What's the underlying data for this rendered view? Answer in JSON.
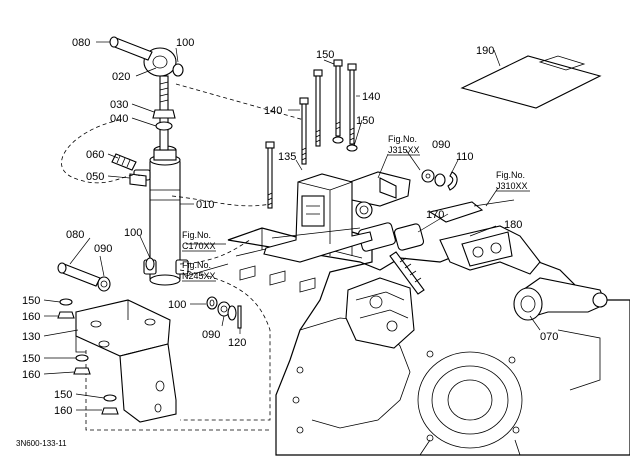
{
  "diagram": {
    "callouts": [
      {
        "id": "080a",
        "text": "080"
      },
      {
        "id": "100a",
        "text": "100"
      },
      {
        "id": "020",
        "text": "020"
      },
      {
        "id": "030",
        "text": "030"
      },
      {
        "id": "040",
        "text": "040"
      },
      {
        "id": "060",
        "text": "060"
      },
      {
        "id": "050",
        "text": "050"
      },
      {
        "id": "010",
        "text": "010"
      },
      {
        "id": "100b",
        "text": "100"
      },
      {
        "id": "080b",
        "text": "080"
      },
      {
        "id": "090a",
        "text": "090"
      },
      {
        "id": "150a",
        "text": "150"
      },
      {
        "id": "160a",
        "text": "160"
      },
      {
        "id": "130",
        "text": "130"
      },
      {
        "id": "150b",
        "text": "150"
      },
      {
        "id": "160b",
        "text": "160"
      },
      {
        "id": "150c",
        "text": "150"
      },
      {
        "id": "160c",
        "text": "160"
      },
      {
        "id": "100c",
        "text": "100"
      },
      {
        "id": "090b",
        "text": "090"
      },
      {
        "id": "120",
        "text": "120"
      },
      {
        "id": "140a",
        "text": "140"
      },
      {
        "id": "150d",
        "text": "150"
      },
      {
        "id": "140b",
        "text": "140"
      },
      {
        "id": "135",
        "text": "135"
      },
      {
        "id": "150e",
        "text": "150"
      },
      {
        "id": "090c",
        "text": "090"
      },
      {
        "id": "110",
        "text": "110"
      },
      {
        "id": "190",
        "text": "190"
      },
      {
        "id": "170",
        "text": "170"
      },
      {
        "id": "180",
        "text": "180"
      },
      {
        "id": "070",
        "text": "070"
      }
    ],
    "figure_refs": [
      {
        "id": "j315",
        "line1": "Fig.No.",
        "line2": "J315XX"
      },
      {
        "id": "j310",
        "line1": "Fig.No.",
        "line2": "J310XX"
      },
      {
        "id": "c170",
        "line1": "Fig.No.",
        "line2": "C170XX"
      },
      {
        "id": "n245",
        "line1": "Fig.No.",
        "line2": "N245XX"
      }
    ],
    "drawing_code": "3N600-133-11"
  }
}
